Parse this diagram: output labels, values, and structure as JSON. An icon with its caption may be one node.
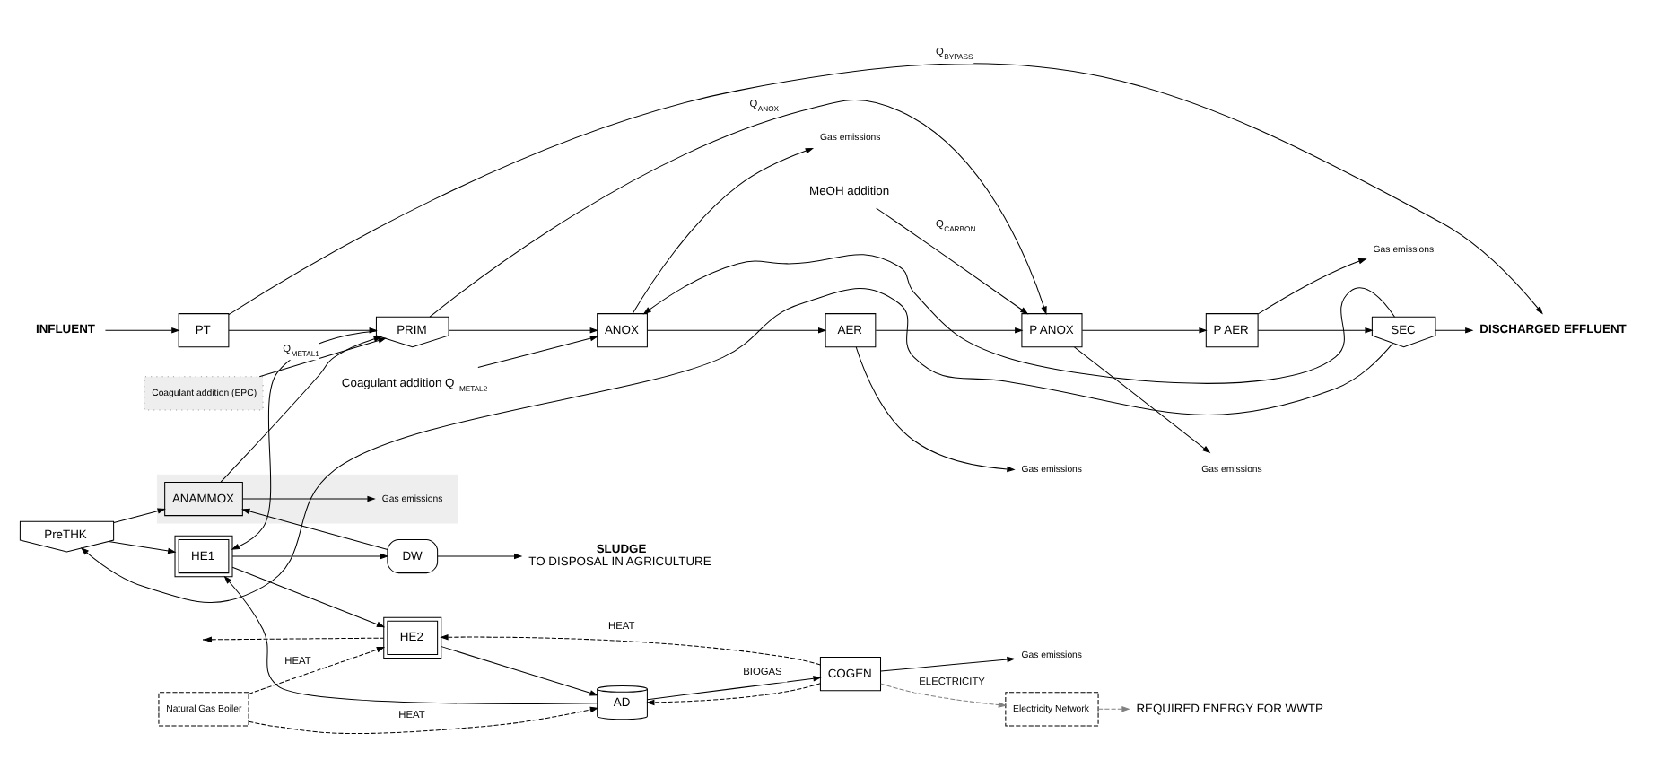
{
  "diagram": {
    "nodes": [
      {
        "text": [
          "INFLUENT"
        ]
      },
      {
        "text": [
          "PT"
        ]
      },
      {
        "text": [
          "PRIM"
        ]
      },
      {
        "text": [
          "ANOX"
        ]
      },
      {
        "text": [
          "AER"
        ]
      },
      {
        "text": [
          "P ANOX"
        ]
      },
      {
        "text": [
          "P AER"
        ]
      },
      {
        "text": [
          "SEC"
        ]
      },
      {
        "text": [
          "DISCHARGED EFFLUENT"
        ]
      },
      {
        "text": [
          "Coagulant addition (EPC)"
        ]
      },
      {
        "text": [
          "Coagulant addition Q$_{METAL2}$"
        ]
      },
      {
        "text": [
          "MeOH addition"
        ]
      },
      {
        "text": [
          "Gas emissions"
        ]
      },
      {
        "text": [
          "Gas emissions"
        ]
      },
      {
        "text": [
          "Gas emissions"
        ]
      },
      {
        "text": [
          "Gas emissions"
        ]
      },
      {
        "text": [],
        "shape": "box"
      },
      {
        "text": [
          "Gas emissions"
        ],
        "in": 16
      },
      {
        "text": [
          "ANAMMOX"
        ],
        "in": 16
      },
      {
        "text": [
          "PreTHK"
        ]
      },
      {
        "text": [
          "Gas emissions"
        ]
      },
      {
        "text": [
          "COGEN"
        ]
      },
      {
        "text": [
          "Electricity Network"
        ]
      },
      {
        "text": [
          "REQUIRED ENERGY FOR WWTP"
        ]
      },
      {
        "text": [
          "HE2"
        ]
      },
      {
        "text": [
          "HE1"
        ]
      },
      {
        "text": [
          "AD"
        ]
      },
      {
        "text": [
          "Natural Gas Boiler"
        ]
      },
      {
        "text": [
          "DW"
        ]
      },
      {
        "text": [
          "SLUDGE",
          "TO DISPOSAL IN AGRICULTURE"
        ]
      }
    ],
    "edges": [
      {
        "from": 0,
        "to": 1,
        "arrow": "to"
      },
      {
        "from": 1,
        "to": 2,
        "arrow": "to"
      },
      {
        "from": 9,
        "to": 2,
        "arrow": "to",
        "label": "Q$_{METAL1}$"
      },
      {
        "from": 18,
        "to": 2,
        "arrow": "to"
      },
      {
        "from": 1,
        "to": 8,
        "arrow": "to",
        "label": "Q$_{BYPASS}$"
      },
      {
        "from": 2,
        "to": 3,
        "arrow": "to"
      },
      {
        "from": 10,
        "to": 3,
        "arrow": "to"
      },
      {
        "from": 7,
        "to": 3,
        "arrow": "to"
      },
      {
        "from": 2,
        "to": 5,
        "arrow": "to",
        "label": "Q$_{ANOX}$"
      },
      {
        "from": 3,
        "to": 12,
        "arrow": "to"
      },
      {
        "from": 3,
        "to": 4,
        "arrow": "to"
      },
      {
        "from": 4,
        "to": 13,
        "arrow": "to"
      },
      {
        "from": 4,
        "to": 5,
        "arrow": "to"
      },
      {
        "from": 11,
        "to": 5,
        "arrow": "to",
        "label": "Q$_{CARBON}$"
      },
      {
        "from": 5,
        "to": 14,
        "arrow": "to"
      },
      {
        "from": 5,
        "to": 6,
        "arrow": "to"
      },
      {
        "from": 6,
        "to": 15,
        "arrow": "to"
      },
      {
        "from": 6,
        "to": 7,
        "arrow": "to"
      },
      {
        "from": 7,
        "to": 8,
        "arrow": "to"
      },
      {
        "from": 7,
        "to": 19,
        "arrow": "to"
      },
      {
        "from": 19,
        "to": 18,
        "arrow": "to"
      },
      {
        "from": 19,
        "to": 25,
        "arrow": "to"
      },
      {
        "from": 2,
        "to": 25,
        "arrow": "to"
      },
      {
        "from": 18,
        "to": 17,
        "arrow": "to"
      },
      {
        "from": 25,
        "to": 24,
        "arrow": "to"
      },
      {
        "from": 24,
        "to": 26,
        "arrow": "to"
      },
      {
        "from": 26,
        "to": 25,
        "arrow": "to"
      },
      {
        "from": 25,
        "to": 28,
        "arrow": "to"
      },
      {
        "from": 28,
        "to": 18,
        "arrow": "to"
      },
      {
        "from": 28,
        "to": 29,
        "arrow": "to"
      },
      {
        "from": 26,
        "to": 21,
        "arrow": "to",
        "label": "BIOGAS"
      },
      {
        "from": 21,
        "to": 20,
        "arrow": "to"
      },
      {
        "from": 21,
        "to": 22,
        "arrow": "to",
        "label": "ELECTRICITY",
        "style": "dashed",
        "color": "#808080"
      },
      {
        "from": 22,
        "to": 23,
        "arrow": "to",
        "style": "dashed",
        "color": "#808080"
      },
      {
        "from": 21,
        "to": 24,
        "arrow": "to",
        "label": "HEAT",
        "style": "dashed"
      },
      {
        "from": 24,
        "to": null,
        "arrow": "to",
        "style": "dashed"
      },
      {
        "from": 21,
        "to": 26,
        "arrow": "to",
        "style": "dashed"
      },
      {
        "from": 27,
        "to": 24,
        "arrow": "to",
        "label": "HEAT",
        "style": "dashed"
      },
      {
        "from": 27,
        "to": 26,
        "arrow": "to",
        "label": "HEAT",
        "style": "dashed"
      }
    ]
  }
}
